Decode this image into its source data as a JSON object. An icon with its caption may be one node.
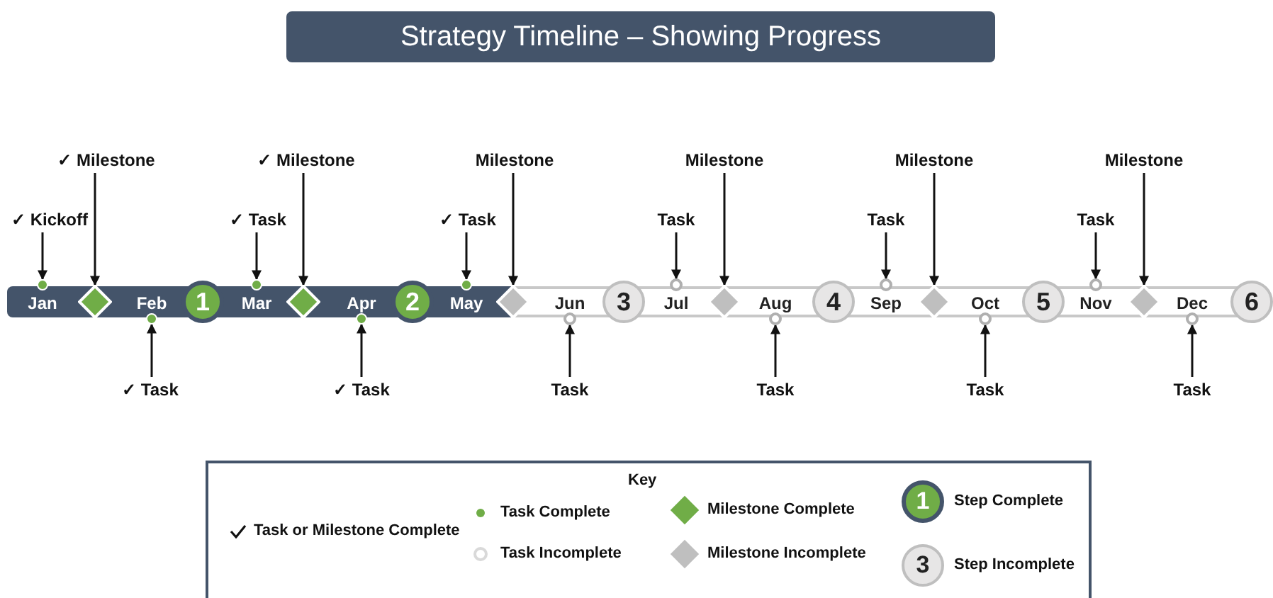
{
  "diagram": {
    "title": "Strategy Timeline – Showing Progress",
    "nodes": [
      {
        "text": [
          "✓ Kickoff"
        ]
      },
      {
        "text": [
          "✓ Milestone"
        ]
      },
      {
        "text": [
          "✓ Task"
        ]
      },
      {
        "text": [
          "✓ Milestone"
        ]
      },
      {
        "text": [
          "✓ Task"
        ]
      },
      {
        "text": [
          "Milestone"
        ]
      },
      {
        "text": [
          "Task"
        ]
      },
      {
        "text": [
          "Milestone"
        ]
      },
      {
        "text": [
          "Task"
        ]
      },
      {
        "text": [
          "Milestone"
        ]
      },
      {
        "text": [
          "Task"
        ]
      },
      {
        "text": [
          "Milestone"
        ]
      },
      {
        "text": [],
        "shape": "circle"
      },
      {
        "text": [],
        "shape": "diamond"
      },
      {
        "text": [],
        "shape": "circle"
      },
      {
        "text": [
          "1"
        ]
      },
      {
        "text": [],
        "shape": "circle"
      },
      {
        "text": [],
        "shape": "diamond"
      },
      {
        "text": [],
        "shape": "circle"
      },
      {
        "text": [
          "2"
        ]
      },
      {
        "text": [],
        "shape": "circle"
      },
      {
        "text": [],
        "shape": "diamond"
      },
      {
        "text": [],
        "shape": "circle"
      },
      {
        "text": [
          "3"
        ]
      },
      {
        "text": [],
        "shape": "circle"
      },
      {
        "text": [],
        "shape": "diamond"
      },
      {
        "text": [],
        "shape": "circle"
      },
      {
        "text": [
          "4"
        ]
      },
      {
        "text": [],
        "shape": "circle"
      },
      {
        "text": [],
        "shape": "diamond"
      },
      {
        "text": [],
        "shape": "circle"
      },
      {
        "text": [
          "5"
        ]
      },
      {
        "text": [],
        "shape": "circle"
      },
      {
        "text": [],
        "shape": "diamond"
      },
      {
        "text": [],
        "shape": "circle"
      },
      {
        "text": [
          "6"
        ]
      },
      {
        "text": [
          "✓ Task"
        ]
      },
      {
        "text": [
          "✓ Task"
        ]
      },
      {
        "text": [
          "Task"
        ]
      },
      {
        "text": [
          "Task"
        ]
      },
      {
        "text": [
          "Task"
        ]
      },
      {
        "text": [
          "Task"
        ]
      }
    ],
    "edges": [
      {
        "from": 0,
        "to": 12,
        "arrow": "to"
      },
      {
        "from": 1,
        "to": 13,
        "arrow": "to"
      },
      {
        "from": 2,
        "to": 16,
        "arrow": "to"
      },
      {
        "from": 3,
        "to": 17,
        "arrow": "to"
      },
      {
        "from": 4,
        "to": 20,
        "arrow": "to"
      },
      {
        "from": 5,
        "to": 21,
        "arrow": "to"
      },
      {
        "from": 6,
        "to": 24,
        "arrow": "to"
      },
      {
        "from": 7,
        "to": 25,
        "arrow": "to"
      },
      {
        "from": 8,
        "to": 28,
        "arrow": "to"
      },
      {
        "from": 9,
        "to": 29,
        "arrow": "to"
      },
      {
        "from": 10,
        "to": 32,
        "arrow": "to"
      },
      {
        "from": 11,
        "to": 33,
        "arrow": "to"
      },
      {
        "from": 36,
        "to": 14,
        "arrow": "to"
      },
      {
        "from": 37,
        "to": 18,
        "arrow": "to"
      },
      {
        "from": 38,
        "to": 22,
        "arrow": "to"
      },
      {
        "from": 39,
        "to": 26,
        "arrow": "to"
      },
      {
        "from": 40,
        "to": 30,
        "arrow": "to"
      },
      {
        "from": 41,
        "to": 34,
        "arrow": "to"
      }
    ],
    "labels": [
      "Jan",
      "Feb",
      "Mar",
      "Apr",
      "May",
      "Jun",
      "Jul",
      "Aug",
      "Sep",
      "Oct",
      "Nov",
      "Dec",
      "Key",
      "1",
      "3"
    ],
    "legend": [
      {
        "text": "Task or Milestone Complete"
      },
      {
        "text": "Task Complete",
        "color": "#70ad47"
      },
      {
        "text": "Task Incomplete",
        "color": "#d9d9d9"
      },
      {
        "text": "Milestone Complete",
        "color": "#70ad47"
      },
      {
        "text": "Milestone Incomplete",
        "color": "#bfbfbf"
      },
      {
        "text": "Step Complete",
        "color": "#70ad47"
      },
      {
        "text": "Step Incomplete",
        "color": "#e7e6e6"
      }
    ]
  }
}
